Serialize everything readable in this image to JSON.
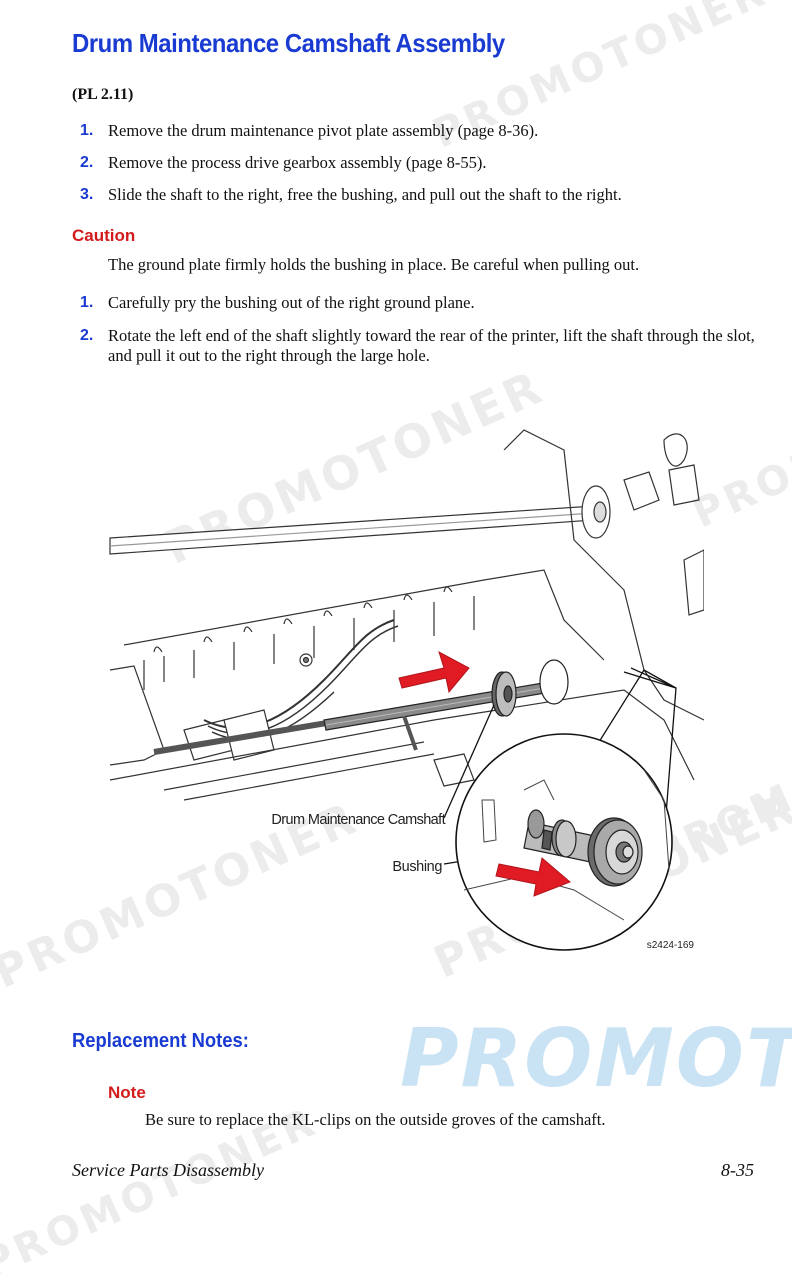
{
  "watermark": {
    "text": "PROMOTONER",
    "big_text": "PROMOT"
  },
  "header": {
    "title": "Drum Maintenance Camshaft Assembly",
    "ref": "(PL 2.11)"
  },
  "steps_a": [
    {
      "num": "1.",
      "text": "Remove the drum maintenance pivot plate assembly (page 8-36)."
    },
    {
      "num": "2.",
      "text": "Remove the process drive gearbox assembly (page 8-55)."
    },
    {
      "num": "3.",
      "text": "Slide the shaft to the right, free the bushing, and pull out the shaft to the right."
    }
  ],
  "caution": {
    "label": "Caution",
    "text": "The ground plate firmly holds the bushing in place. Be careful when pulling out."
  },
  "steps_b": [
    {
      "num": "1.",
      "text": "Carefully pry the bushing out of the right ground plane."
    },
    {
      "num": "2.",
      "text": "Rotate the left end of the shaft slightly toward the rear of the printer, lift the shaft through the slot, and pull it out to the right through the large hole."
    }
  ],
  "figure": {
    "label_camshaft": "Drum Maintenance Camshaft",
    "label_bushing": "Bushing",
    "figure_id": "s2424-169",
    "arrow_color": "#e01b24"
  },
  "replacement": {
    "title": "Replacement Notes:",
    "note_label": "Note",
    "note_text": "Be sure to replace the KL-clips on the outside groves of the camshaft."
  },
  "footer": {
    "section": "Service Parts Disassembly",
    "page": "8-35"
  },
  "colors": {
    "heading": "#1a3bd1",
    "alert": "#d21c1c"
  }
}
